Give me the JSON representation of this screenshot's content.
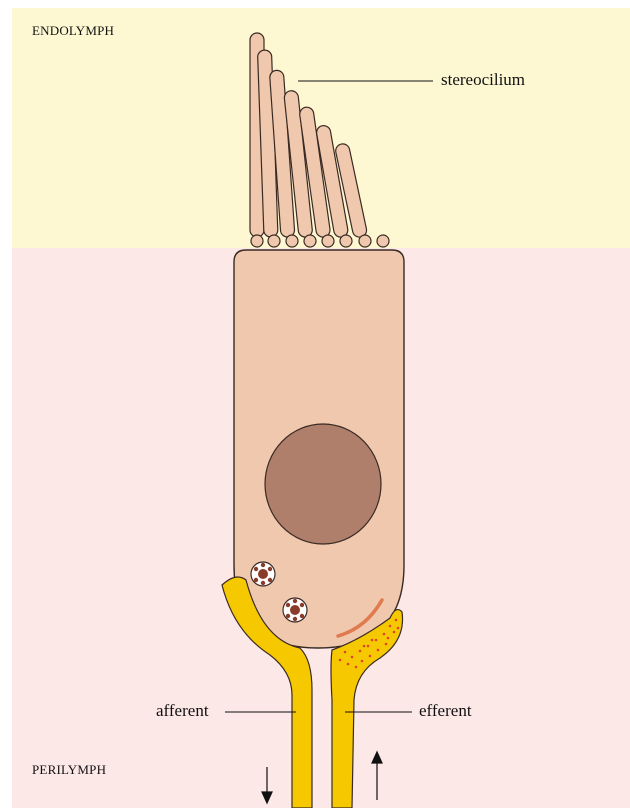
{
  "regions": {
    "top": "ENDOLYMPH",
    "bottom": "PERILYMPH"
  },
  "labels": {
    "stereocilium": "stereocilium",
    "afferent": "afferent",
    "efferent": "efferent"
  },
  "colors": {
    "endolymph": "#fdf8d2",
    "perilymph": "#fce8e6",
    "cell": "#f0c8ae",
    "nucleus": "#b07f6b",
    "nerve": "#f5c800",
    "ribbon": "#e07a4f",
    "outline": "#3a2a24"
  }
}
